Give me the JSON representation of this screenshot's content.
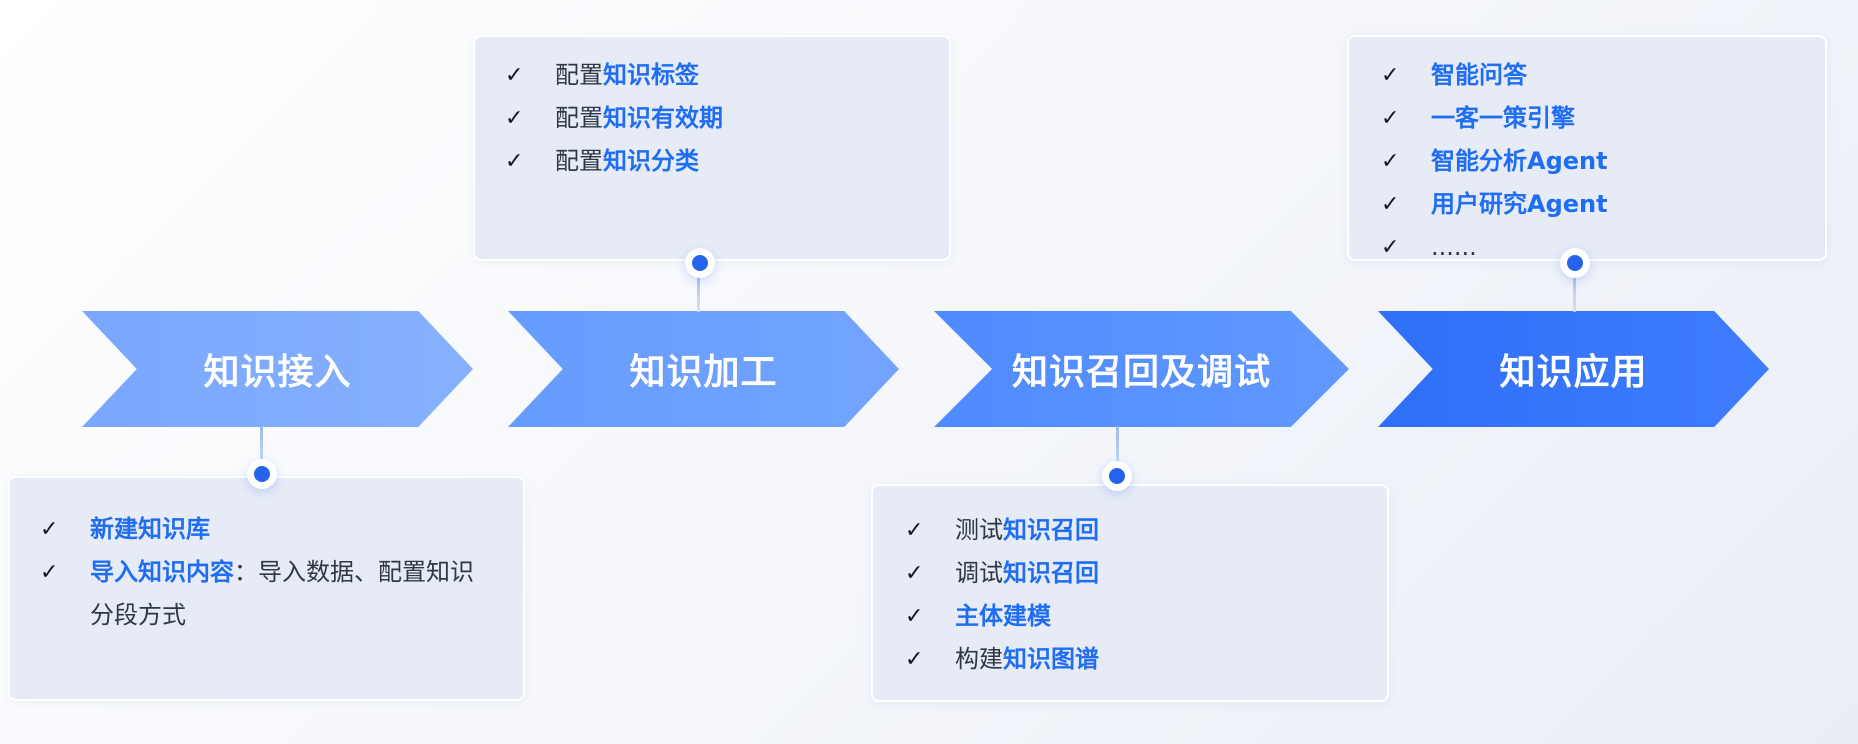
{
  "stages": [
    {
      "label": "知识接入",
      "items": [
        {
          "highlight": "新建知识库",
          "text": ""
        },
        {
          "highlight": "导入知识内容",
          "text": "：导入数据、配置知识分段方式"
        }
      ]
    },
    {
      "label": "知识加工",
      "items": [
        {
          "prefix": "配置",
          "highlight": "知识标签"
        },
        {
          "prefix": "配置",
          "highlight": "知识有效期"
        },
        {
          "prefix": "配置",
          "highlight": "知识分类"
        }
      ]
    },
    {
      "label": "知识召回及调试",
      "items": [
        {
          "prefix": "测试",
          "highlight": "知识召回"
        },
        {
          "prefix": "调试",
          "highlight": "知识召回"
        },
        {
          "prefix": "",
          "highlight": "主体建模"
        },
        {
          "prefix": "构建",
          "highlight": "知识图谱"
        }
      ]
    },
    {
      "label": "知识应用",
      "items": [
        {
          "highlight": "智能问答"
        },
        {
          "highlight": "一客一策引擎"
        },
        {
          "highlight": "智能分析Agent"
        },
        {
          "highlight": "用户研究Agent"
        },
        {
          "text": "......"
        }
      ]
    }
  ],
  "check_symbol": "✓",
  "colors": {
    "accent": "#1f6df2",
    "dot": "#2563eb",
    "card_bg": "#e6ebf6",
    "stage_1": "#7aa7ff",
    "stage_2": "#669bff",
    "stage_3": "#4f8aff",
    "stage_4": "#2f6ff6"
  }
}
